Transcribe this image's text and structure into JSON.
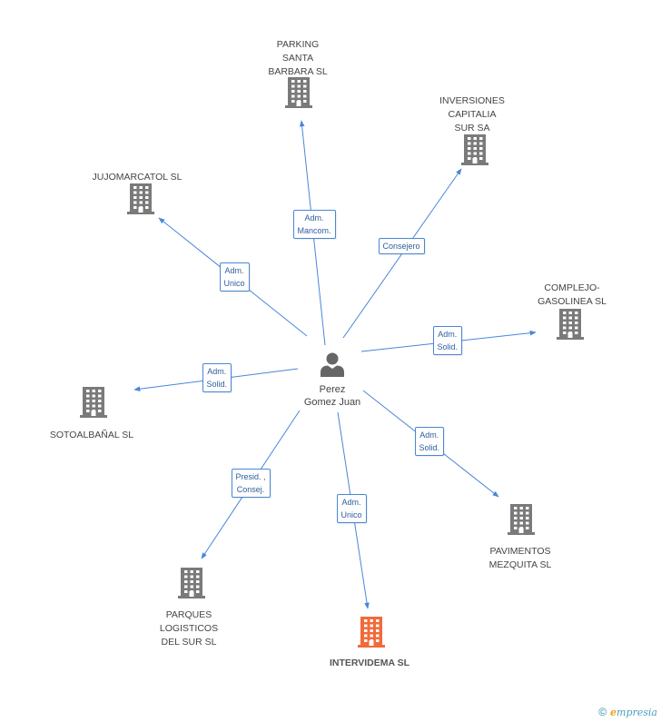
{
  "colors": {
    "edge": "#4a86d8",
    "company_icon": "#7a7a7a",
    "highlight_icon": "#f26a3a",
    "person_icon": "#666666"
  },
  "center": {
    "name_lines": "Perez\nGomez Juan",
    "icon": "person-icon"
  },
  "nodes": [
    {
      "id": "parking",
      "label": "PARKING\nSANTA\nBARBARA SL",
      "icon": "building-icon",
      "highlight": false,
      "edge_label": "Adm.\nMancom."
    },
    {
      "id": "inversiones",
      "label": "INVERSIONES\nCAPITALIA\nSUR SA",
      "icon": "building-icon",
      "highlight": false,
      "edge_label": "Consejero"
    },
    {
      "id": "jujomarcatol",
      "label": "JUJOMARCATOL SL",
      "icon": "building-icon",
      "highlight": false,
      "edge_label": "Adm.\nUnico"
    },
    {
      "id": "complejo",
      "label": "COMPLEJO-\nGASOLINEA SL",
      "icon": "building-icon",
      "highlight": false,
      "edge_label": "Adm.\nSolid."
    },
    {
      "id": "sotoalbanal",
      "label": "SOTOALBAÑAL SL",
      "icon": "building-icon",
      "highlight": false,
      "edge_label": "Adm.\nSolid."
    },
    {
      "id": "pavimentos",
      "label": "PAVIMENTOS\nMEZQUITA SL",
      "icon": "building-icon",
      "highlight": false,
      "edge_label": "Adm.\nSolid."
    },
    {
      "id": "parques",
      "label": "PARQUES\nLOGISTICOS\nDEL SUR SL",
      "icon": "building-icon",
      "highlight": false,
      "edge_label": "Presid. ,\nConsej."
    },
    {
      "id": "intervidema",
      "label": "INTERVIDEMA SL",
      "icon": "building-icon",
      "highlight": true,
      "edge_label": "Adm.\nUnico"
    }
  ],
  "footer": {
    "copyright": "©",
    "brand_initial": "e",
    "brand_rest": "mpresia"
  }
}
